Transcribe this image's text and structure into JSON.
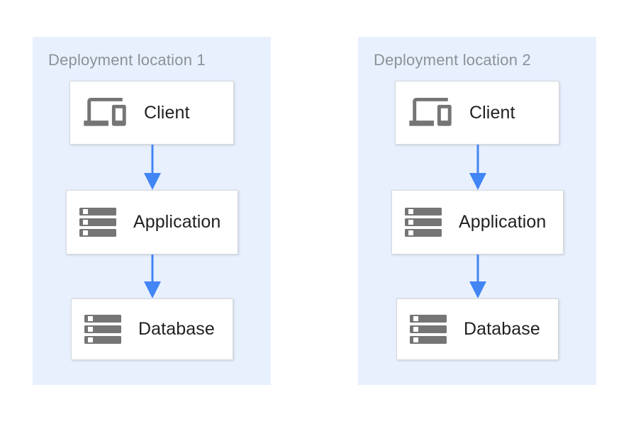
{
  "diagram": {
    "panels": [
      {
        "title": "Deployment location 1",
        "nodes": [
          {
            "label": "Client",
            "icon": "devices-icon"
          },
          {
            "label": "Application",
            "icon": "server-stack-icon"
          },
          {
            "label": "Database",
            "icon": "server-stack-icon"
          }
        ],
        "connections": [
          {
            "from": "Client",
            "to": "Application"
          },
          {
            "from": "Application",
            "to": "Database"
          }
        ]
      },
      {
        "title": "Deployment location 2",
        "nodes": [
          {
            "label": "Client",
            "icon": "devices-icon"
          },
          {
            "label": "Application",
            "icon": "server-stack-icon"
          },
          {
            "label": "Database",
            "icon": "server-stack-icon"
          }
        ],
        "connections": [
          {
            "from": "Client",
            "to": "Application"
          },
          {
            "from": "Application",
            "to": "Database"
          }
        ]
      }
    ],
    "colors": {
      "page_background": "#ffffff",
      "panel_background": "#e8f0fe",
      "title_text": "#8c9196",
      "node_background": "#ffffff",
      "node_border": "#d6d9db",
      "label_text": "#212121",
      "icon_gray": "#757575",
      "icon_inner_white": "#ffffff",
      "arrow_blue": "#4285f4"
    }
  }
}
